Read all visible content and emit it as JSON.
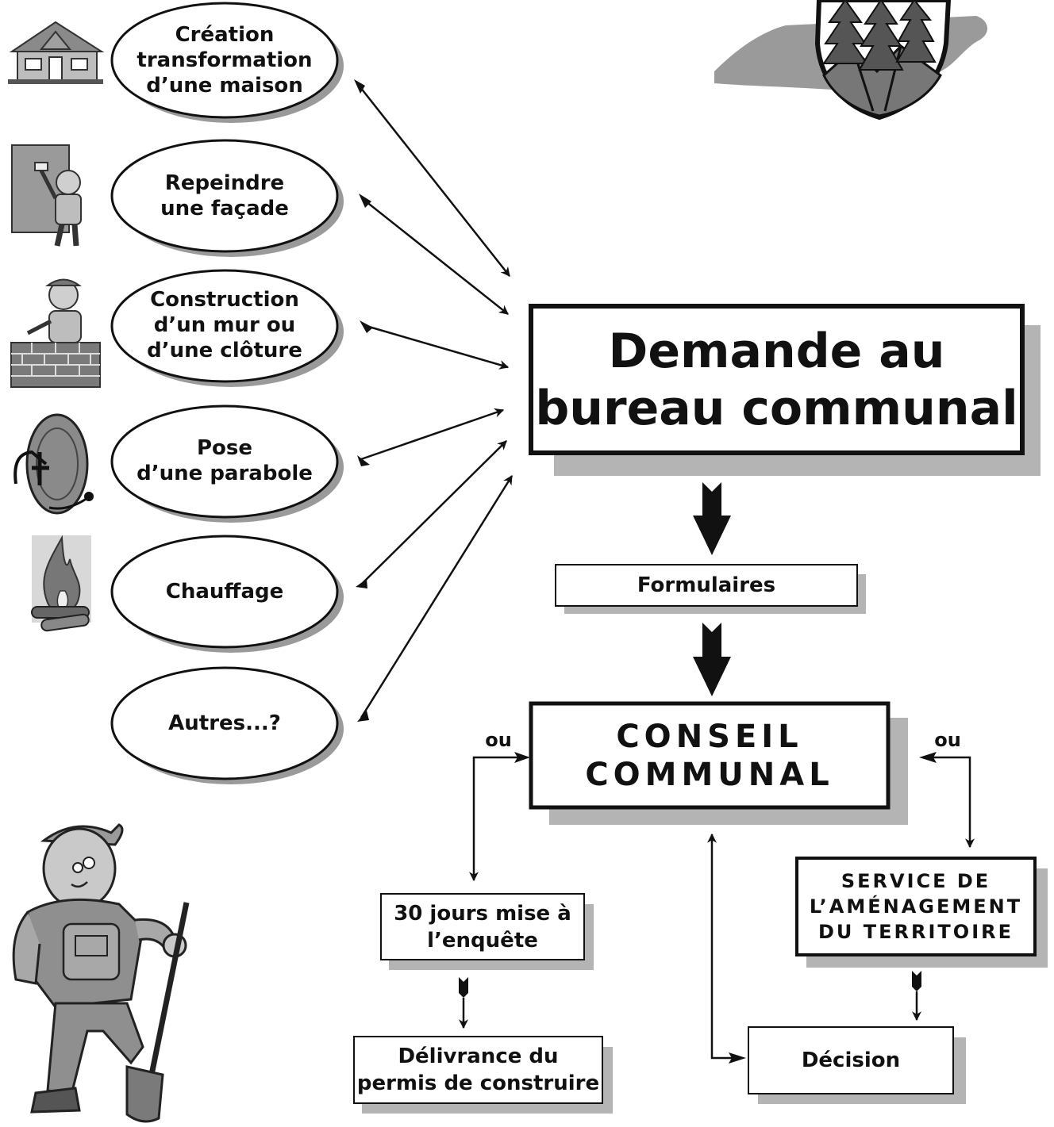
{
  "requests": [
    {
      "lines": [
        "Création",
        "transformation",
        "d’une maison"
      ],
      "icon": "house-icon"
    },
    {
      "lines": [
        "Repeindre",
        "une façade"
      ],
      "icon": "painter-icon"
    },
    {
      "lines": [
        "Construction",
        "d’un mur ou",
        "d’une clôture"
      ],
      "icon": "bricklayer-icon"
    },
    {
      "lines": [
        "Pose",
        "d’une parabole"
      ],
      "icon": "satellite-dish-icon"
    },
    {
      "lines": [
        "Chauffage"
      ],
      "icon": "campfire-icon"
    },
    {
      "lines": [
        "Autres...?"
      ],
      "icon": ""
    }
  ],
  "main_box": {
    "lines": [
      "Demande au",
      "bureau communal"
    ]
  },
  "forms_box": {
    "label": "Formulaires"
  },
  "council_box": {
    "lines": [
      "CONSEIL",
      "COMMUNAL"
    ]
  },
  "or_left": "ou",
  "or_right": "ou",
  "inquiry_box": {
    "lines": [
      "30 jours mise à",
      "l’enquête"
    ]
  },
  "permit_box": {
    "lines": [
      "Délivrance du",
      "permis de construire"
    ]
  },
  "planning_box": {
    "lines": [
      "SERVICE DE",
      "L’AMÉNAGEMENT",
      "DU TERRITOIRE"
    ]
  },
  "decision_box": {
    "label": "Décision"
  },
  "decorations": [
    "coat-of-arms-icon",
    "worker-with-shovel-icon"
  ],
  "colors": {
    "ink": "#111111",
    "shadow": "#b4b4b4",
    "paper": "#ffffff"
  }
}
